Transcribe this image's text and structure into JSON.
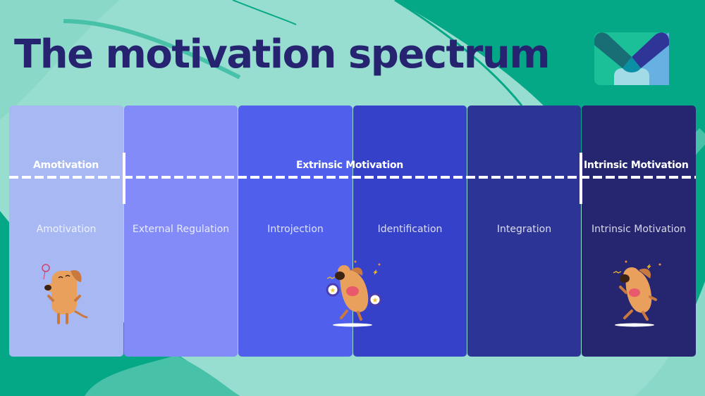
{
  "slide": {
    "title": "The motivation spectrum",
    "colors": {
      "background_dark": "#04a886",
      "background_light": "#97ddd0",
      "title": "#262470"
    }
  },
  "logo": {
    "name": "brand-logo"
  },
  "spectrum": {
    "categories": [
      {
        "label": "Amotivation"
      },
      {
        "label": "Extrinsic Motivation"
      },
      {
        "label": "Intrinsic Motivation"
      }
    ],
    "columns": [
      {
        "label": "Amotivation",
        "color": "#a8b8f3"
      },
      {
        "label": "External Regulation",
        "color": "#828bf8"
      },
      {
        "label": "Introjection",
        "color": "#5060ec"
      },
      {
        "label": "Identification",
        "color": "#3541c9"
      },
      {
        "label": "Integration",
        "color": "#2c3596"
      },
      {
        "label": "Intrinsic Motivation",
        "color": "#262570"
      }
    ]
  },
  "illustrations": [
    {
      "name": "dog-bored",
      "column": "Amotivation"
    },
    {
      "name": "dog-with-medals",
      "column": "Introjection / Identification"
    },
    {
      "name": "dog-jumping-happy",
      "column": "Intrinsic Motivation"
    }
  ]
}
